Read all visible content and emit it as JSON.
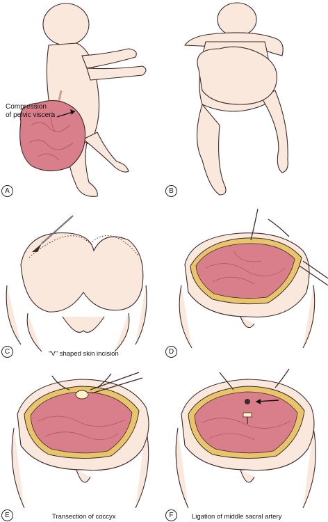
{
  "colors": {
    "skin": "#fbe8dc",
    "skin_line": "#3a2a28",
    "tumor": "#d97f8c",
    "tumor_dark": "#b35665",
    "wound_edge": "#e8c46a",
    "instrument": "#9aa2aa"
  },
  "panels": [
    {
      "letter": "A",
      "caption": "",
      "annotation": "Compression\nof pelvic viscera"
    },
    {
      "letter": "B",
      "caption": ""
    },
    {
      "letter": "C",
      "caption": "\"V\" shaped skin incision"
    },
    {
      "letter": "D",
      "caption": ""
    },
    {
      "letter": "E",
      "caption": "Transection of coccyx"
    },
    {
      "letter": "F",
      "caption": "Ligation of middle sacral artery"
    }
  ]
}
